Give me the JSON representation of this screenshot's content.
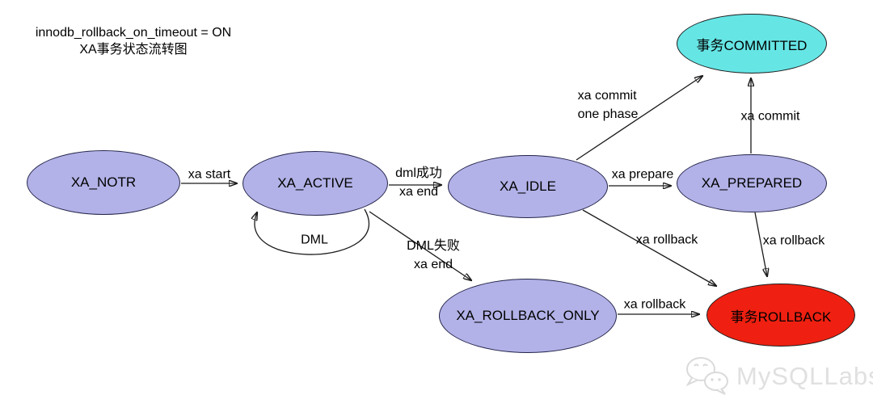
{
  "title": {
    "line1": "innodb_rollback_on_timeout = ON",
    "line2": "XA事务状态流转图"
  },
  "colors": {
    "node_state_fill": "#b2b2e8",
    "node_committed_fill": "#66e5e5",
    "node_rollback_fill": "#ef2011",
    "edge_stroke": "#1a1a1a",
    "watermark_text": "#e0e0e0",
    "background": "#ffffff"
  },
  "nodes": {
    "xa_notr": {
      "label": "XA_NOTR"
    },
    "xa_active": {
      "label": "XA_ACTIVE"
    },
    "xa_idle": {
      "label": "XA_IDLE"
    },
    "xa_prepared": {
      "label": "XA_PREPARED"
    },
    "committed": {
      "label": "事务COMMITTED"
    },
    "xa_rollback_only": {
      "label": "XA_ROLLBACK_ONLY"
    },
    "rollback": {
      "label": "事务ROLLBACK"
    }
  },
  "edges": {
    "start": {
      "from": "XA_NOTR",
      "to": "XA_ACTIVE",
      "label": "xa start"
    },
    "dml_loop": {
      "from": "XA_ACTIVE",
      "to": "XA_ACTIVE",
      "label": "DML"
    },
    "end_ok": {
      "from": "XA_ACTIVE",
      "to": "XA_IDLE",
      "line1": "dml成功",
      "line2": "xa end"
    },
    "end_fail": {
      "from": "XA_ACTIVE",
      "to": "XA_ROLLBACK_ONLY",
      "line1": "DML失败",
      "line2": "xa end"
    },
    "commit_one_phase": {
      "from": "XA_IDLE",
      "to": "事务COMMITTED",
      "line1": "xa commit",
      "line2": "one phase"
    },
    "prepare": {
      "from": "XA_IDLE",
      "to": "XA_PREPARED",
      "label": "xa prepare"
    },
    "commit": {
      "from": "XA_PREPARED",
      "to": "事务COMMITTED",
      "label": "xa commit"
    },
    "rollback_from_idle": {
      "from": "XA_IDLE",
      "to": "事务ROLLBACK",
      "label": "xa rollback"
    },
    "rollback_from_prepared": {
      "from": "XA_PREPARED",
      "to": "事务ROLLBACK",
      "label": "xa rollback"
    },
    "rollback_from_rollback_only": {
      "from": "XA_ROLLBACK_ONLY",
      "to": "事务ROLLBACK",
      "label": "xa rollback"
    }
  },
  "watermark": {
    "text": "MySQLLabs"
  }
}
